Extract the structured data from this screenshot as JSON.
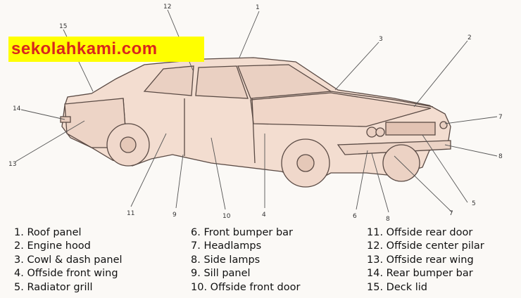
{
  "watermark": "sekolahkami.com",
  "callouts": {
    "c1": "1",
    "c2": "2",
    "c3": "3",
    "c4": "4",
    "c5": "5",
    "c6": "6",
    "c7a": "7",
    "c7b": "7",
    "c8a": "8",
    "c8b": "8",
    "c9": "9",
    "c10": "10",
    "c11": "11",
    "c12": "12",
    "c13": "13",
    "c14": "14",
    "c15": "15"
  },
  "legend": {
    "col1": [
      "1. Roof panel",
      "2. Engine hood",
      "3. Cowl & dash panel",
      "4. Offside front wing",
      "5. Radiator grill"
    ],
    "col2": [
      "6. Front bumper bar",
      "7. Headlamps",
      "8. Side lamps",
      "9. Sill panel",
      "10. Offside front door"
    ],
    "col3": [
      "11. Offside rear door",
      "12. Offside center pilar",
      "13. Offside rear wing",
      "14. Rear bumper bar",
      "15. Deck lid"
    ]
  },
  "colors": {
    "watermark_bg": "#ffff00",
    "watermark_text": "#d9261c",
    "car_body": "#f3ddd0",
    "line": "#555555"
  }
}
